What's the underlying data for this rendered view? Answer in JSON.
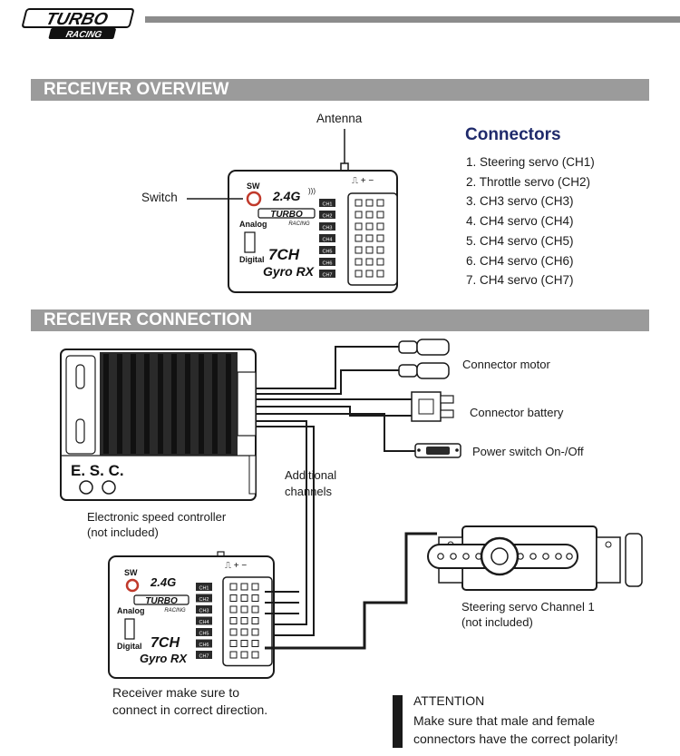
{
  "header": {
    "logo_line1": "TURBO",
    "logo_line2": "RACING"
  },
  "sections": {
    "overview": "RECEIVER OVERVIEW",
    "connection": "RECEIVER CONNECTION"
  },
  "receiver": {
    "sw": "SW",
    "band": "2.4G",
    "brand_line1": "TURBO",
    "brand_line2": "RACING",
    "analog": "Analog",
    "digital": "Digital",
    "model_line1": "7CH",
    "model_line2": "Gyro RX",
    "channel_tags": [
      "CH1",
      "CH2",
      "CH3",
      "CH4",
      "CH5",
      "CH6",
      "CH7"
    ],
    "polarity_glyphs": "⎍ + −"
  },
  "overview_labels": {
    "antenna": "Antenna",
    "switch": "Switch"
  },
  "connectors": {
    "title": "Connectors",
    "items": [
      "1. Steering servo (CH1)",
      "2. Throttle servo (CH2)",
      "3. CH3 servo (CH3)",
      "4. CH4 servo (CH4)",
      "5. CH4 servo (CH5)",
      "6. CH4 servo (CH6)",
      "7. CH4 servo (CH7)"
    ]
  },
  "connection": {
    "esc_label": "E. S. C.",
    "esc_caption_line1": "Electronic speed controller",
    "esc_caption_line2": "(not included)",
    "connector_motor": "Connector motor",
    "connector_battery": "Connector battery",
    "power_switch": "Power switch On-/Off",
    "additional_line1": "Additional",
    "additional_line2": "channels",
    "servo_caption_line1": "Steering servo Channel 1",
    "servo_caption_line2": "(not included)",
    "receiver_note_line1": "Receiver make sure to",
    "receiver_note_line2": "connect in correct direction."
  },
  "attention": {
    "title": "ATTENTION",
    "line1": "Make sure that male and female",
    "line2": "connectors have the correct polarity!"
  },
  "colors": {
    "section_bar": "#9b9b9b",
    "connectors_title": "#1f2a6b",
    "switch_button": "#c0392b",
    "line": "#1a1a1a"
  }
}
